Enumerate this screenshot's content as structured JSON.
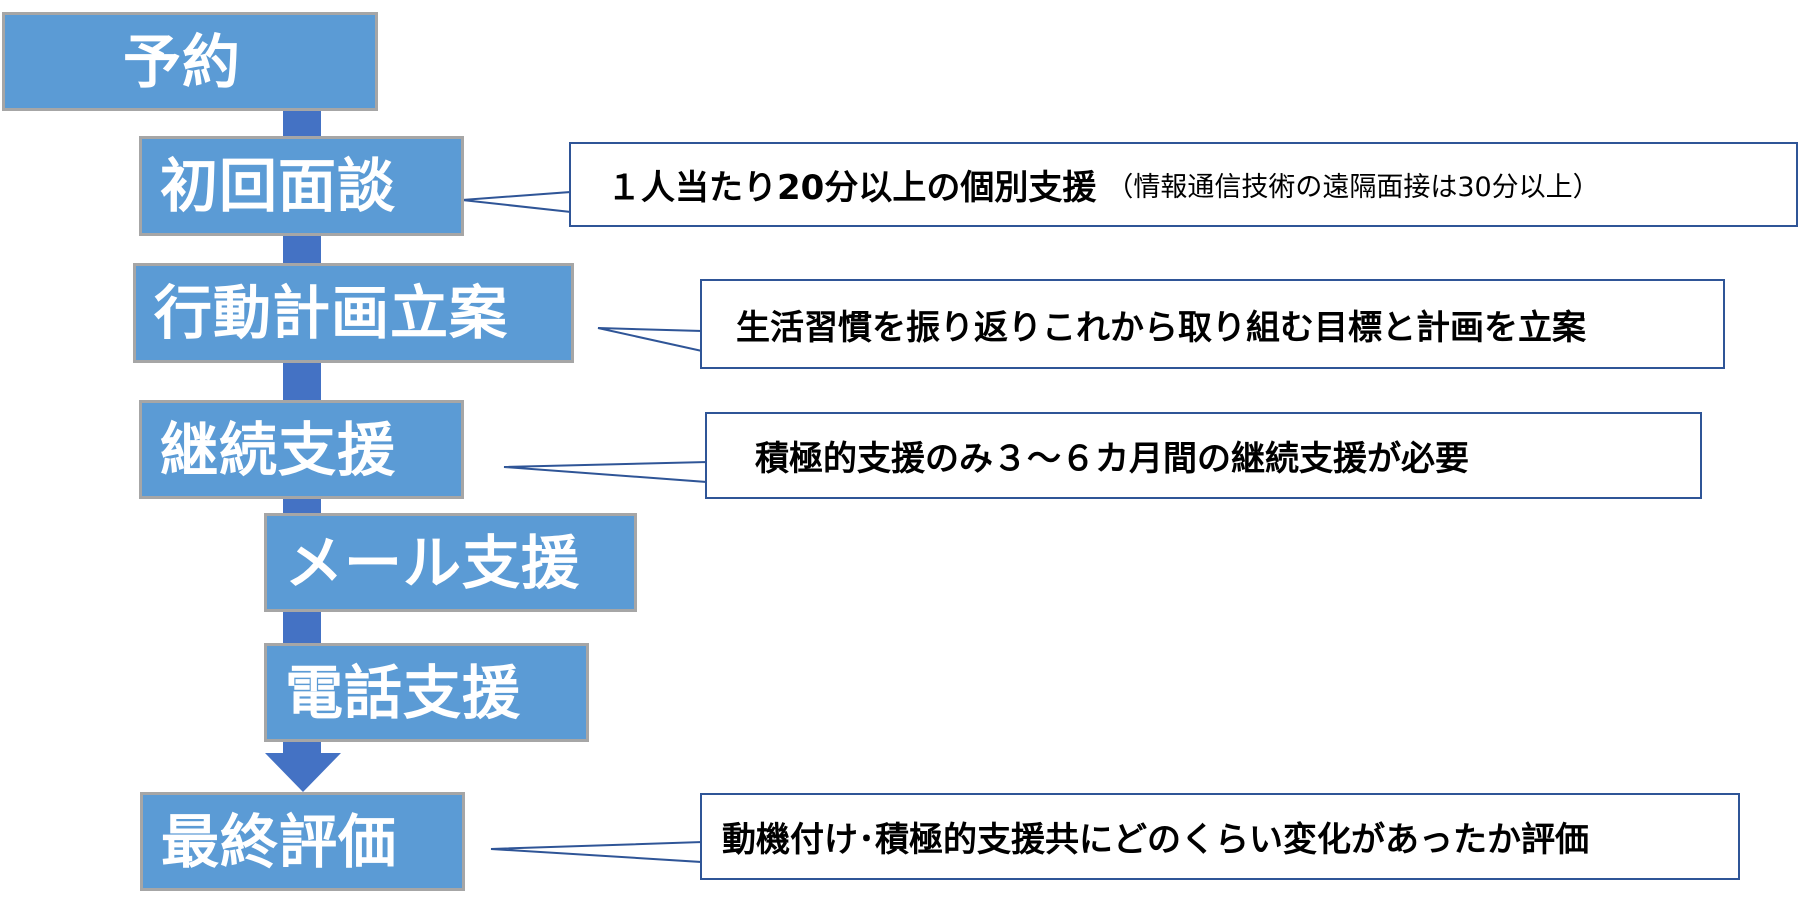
{
  "steps": {
    "reservation": "予約",
    "initial_interview": "初回面談",
    "action_plan": "行動計画立案",
    "continuing_support": "継続支援",
    "email_support": "メール支援",
    "phone_support": "電話支援",
    "final_evaluation": "最終評価"
  },
  "callouts": {
    "initial_interview": {
      "text": "１人当たり20分以上の個別支援",
      "note": "（情報通信技術の遠隔面接は30分以上）"
    },
    "action_plan": {
      "text": "生活習慣を振り返りこれから取り組む目標と計画を立案"
    },
    "continuing_support": {
      "text": "積極的支援のみ３～６カ月間の継続支援が必要"
    },
    "final_evaluation": {
      "text": "動機付け･積極的支援共にどのくらい変化があったか評価"
    }
  },
  "colors": {
    "step_fill": "#5b9bd5",
    "step_border": "#a6a6a6",
    "arrow": "#4472c4",
    "callout_border": "#2f5597"
  }
}
